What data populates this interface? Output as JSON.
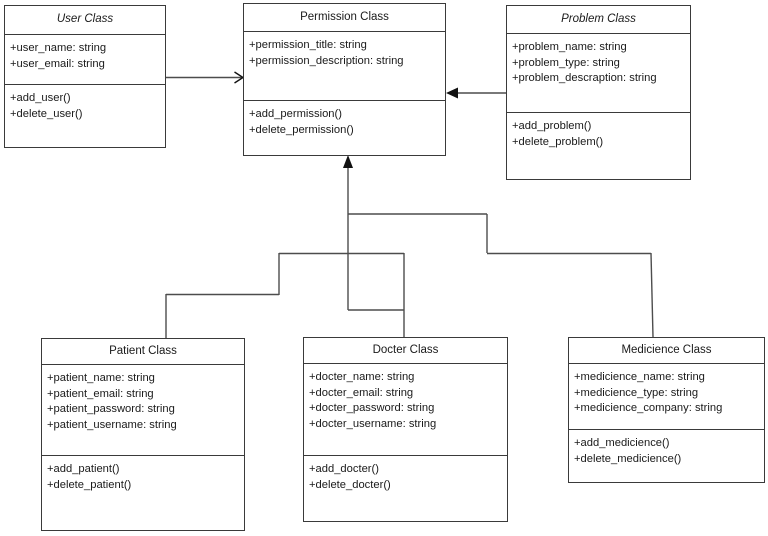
{
  "diagram": {
    "type": "uml-class-diagram",
    "background_color": "#ffffff",
    "line_color": "#4d4d4d",
    "box_border_color": "#3a3a3a",
    "text_color": "#1a1a1a"
  },
  "classes": [
    {
      "id": "user",
      "title": "User Class",
      "title_italic": true,
      "attributes": [
        "+user_name: string",
        "+user_email: string"
      ],
      "operations": [
        "+add_user()",
        "+delete_user()"
      ]
    },
    {
      "id": "permission",
      "title": "Permission Class",
      "title_italic": false,
      "attributes": [
        "+permission_title: string",
        "+permission_description: string"
      ],
      "operations": [
        "+add_permission()",
        "+delete_permission()"
      ]
    },
    {
      "id": "problem",
      "title": "Problem Class",
      "title_italic": true,
      "attributes": [
        "+problem_name: string",
        "+problem_type: string",
        "+problem_descraption: string"
      ],
      "operations": [
        "+add_problem()",
        "+delete_problem()"
      ]
    },
    {
      "id": "patient",
      "title": "Patient Class",
      "title_italic": false,
      "attributes": [
        "+patient_name: string",
        "+patient_email: string",
        "+patient_password: string",
        "+patient_username: string"
      ],
      "operations": [
        "+add_patient()",
        "+delete_patient()"
      ]
    },
    {
      "id": "docter",
      "title": "Docter Class",
      "title_italic": false,
      "attributes": [
        "+docter_name: string",
        "+docter_email: string",
        "+docter_password: string",
        "+docter_username: string"
      ],
      "operations": [
        "+add_docter()",
        "+delete_docter()"
      ]
    },
    {
      "id": "medicience",
      "title": "Medicience Class",
      "title_italic": false,
      "attributes": [
        "+medicience_name: string",
        "+medicience_type: string",
        "+medicience_company: string"
      ],
      "operations": [
        "+add_medicience()",
        "+delete_medicience()"
      ]
    }
  ],
  "relationships": [
    {
      "id": "user-to-permission",
      "from": "user",
      "to": "permission",
      "arrow": "open",
      "direction": "right"
    },
    {
      "id": "problem-to-permission",
      "from": "problem",
      "to": "permission",
      "arrow": "filled",
      "direction": "left"
    },
    {
      "id": "docter-to-permission",
      "from": "docter",
      "to": "permission",
      "arrow": "filled",
      "direction": "up"
    },
    {
      "id": "patient-to-permission",
      "from": "patient",
      "to": "permission",
      "arrow": "none",
      "direction": "up"
    },
    {
      "id": "medicience-to-permission",
      "from": "medicience",
      "to": "permission",
      "arrow": "none",
      "direction": "up"
    }
  ]
}
